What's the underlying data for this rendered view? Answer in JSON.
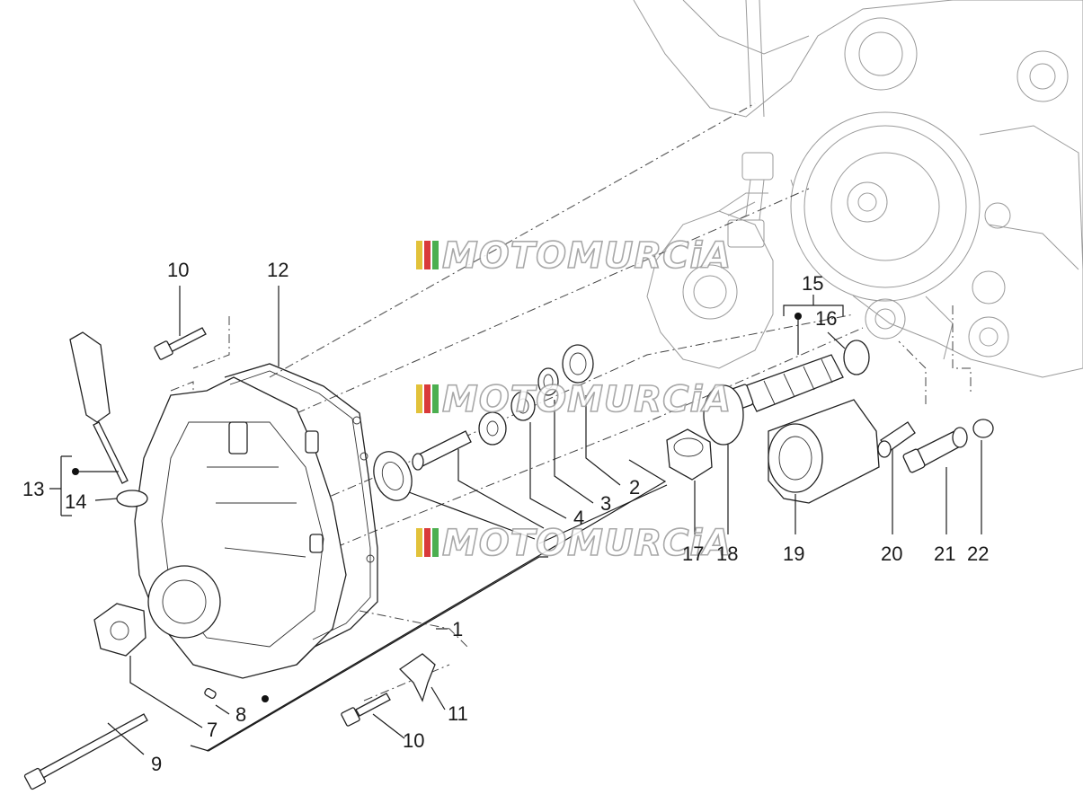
{
  "diagram": {
    "watermark_text": "MOTOMURCiA",
    "watermark_colors": [
      "#e2c23a",
      "#d93a3a",
      "#4caf50"
    ],
    "labels": [
      "1",
      "2",
      "3",
      "4",
      "7",
      "8",
      "9",
      "10",
      "10",
      "11",
      "12",
      "13",
      "14",
      "15",
      "16",
      "17",
      "18",
      "19",
      "20",
      "21",
      "22"
    ]
  }
}
